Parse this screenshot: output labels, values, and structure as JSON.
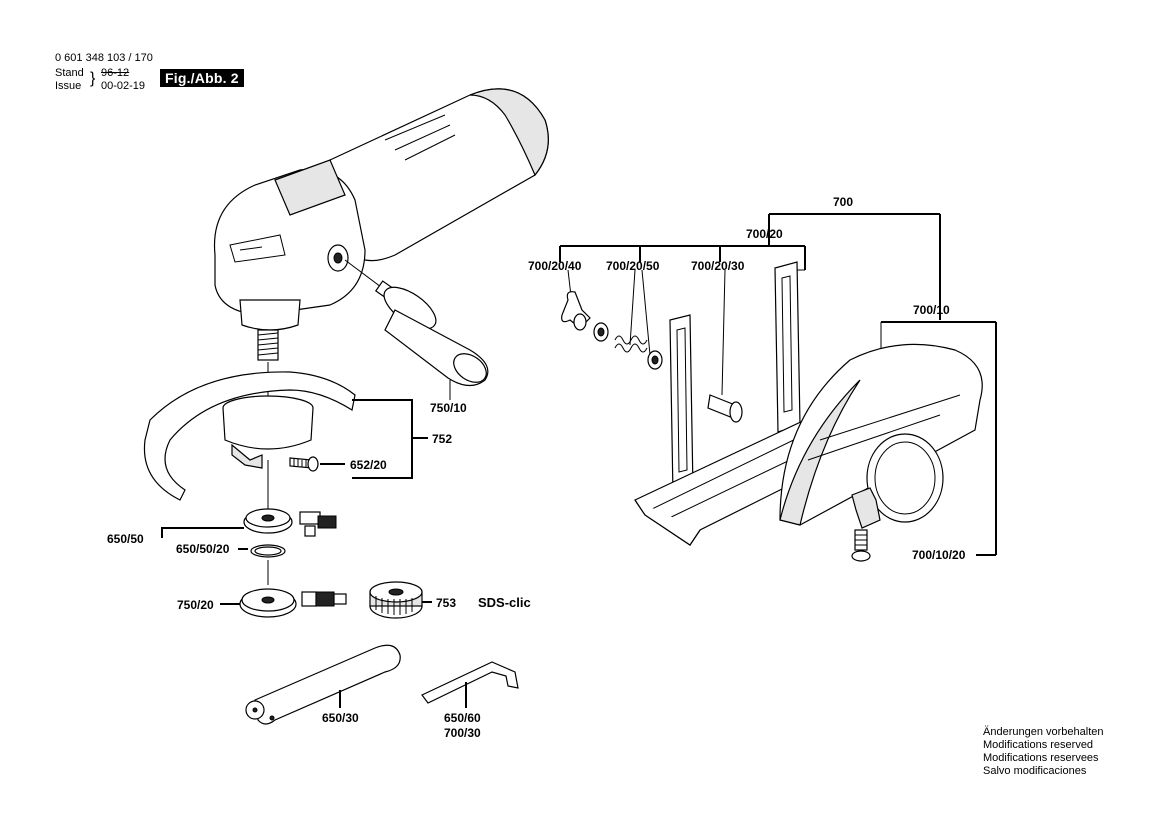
{
  "header": {
    "doc_number": "0 601 348 103 / 170",
    "stand_label": "Stand",
    "issue_label": "Issue",
    "stand_value": "96-12",
    "issue_value": "00-02-19",
    "figure": "Fig./Abb. 2"
  },
  "parts": {
    "p700": "700",
    "p700_20": "700/20",
    "p700_20_40": "700/20/40",
    "p700_20_50": "700/20/50",
    "p700_20_30": "700/20/30",
    "p700_10": "700/10",
    "p700_10_20": "700/10/20",
    "p750_10": "750/10",
    "p752": "752",
    "p652_20": "652/20",
    "p650_50": "650/50",
    "p650_50_20": "650/50/20",
    "p750_20": "750/20",
    "p753": "753",
    "sds": "SDS-clic",
    "p650_30": "650/30",
    "p650_60": "650/60",
    "p700_30": "700/30"
  },
  "notes": [
    "Änderungen vorbehalten",
    "Modifications reserved",
    "Modifications reservees",
    "Salvo modificaciones"
  ]
}
